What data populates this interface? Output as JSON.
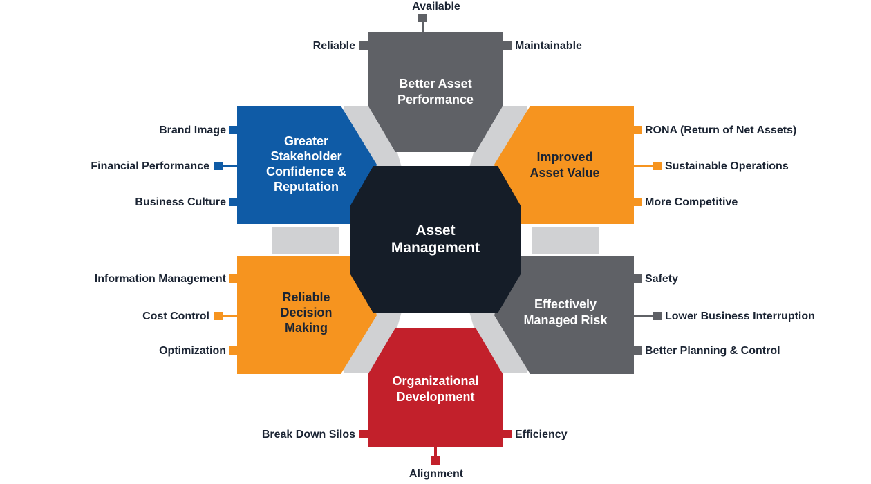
{
  "diagram": {
    "type": "hexagon-flower-infographic",
    "background": "#ffffff"
  },
  "colors": {
    "center_fill": "#151D28",
    "gray": "#5F6166",
    "blue": "#0F5BA6",
    "orange": "#F6941F",
    "red": "#C2202B",
    "connector_gray": "#D0D1D3",
    "label_text": "#1B2433",
    "title_light": "#FFFFFF",
    "title_dark": "#1B2433"
  },
  "center": {
    "line1": "Asset",
    "line2": "Management"
  },
  "segments": {
    "performance": {
      "line1": "Better Asset",
      "line2": "Performance",
      "labels": {
        "top": "Available",
        "left": "Reliable",
        "right": "Maintainable"
      }
    },
    "stakeholder": {
      "line1": "Greater",
      "line2": "Stakeholder",
      "line3": "Confidence &",
      "line4": "Reputation",
      "labels": {
        "top": "Brand Image",
        "mid": "Financial Performance",
        "bottom": "Business Culture"
      }
    },
    "asset_value": {
      "line1": "Improved",
      "line2": "Asset Value",
      "labels": {
        "top": "RONA (Return of Net Assets)",
        "mid": "Sustainable Operations",
        "bottom": "More Competitive"
      }
    },
    "decision": {
      "line1": "Reliable",
      "line2": "Decision",
      "line3": "Making",
      "labels": {
        "top": "Information Management",
        "mid": "Cost Control",
        "bottom": "Optimization"
      }
    },
    "risk": {
      "line1": "Effectively",
      "line2": "Managed Risk",
      "labels": {
        "top": "Safety",
        "mid": "Lower Business Interruption",
        "bottom": "Better Planning & Control"
      }
    },
    "org_dev": {
      "line1": "Organizational",
      "line2": "Development",
      "labels": {
        "left": "Break Down Silos",
        "right": "Efficiency",
        "bottom": "Alignment"
      }
    }
  }
}
